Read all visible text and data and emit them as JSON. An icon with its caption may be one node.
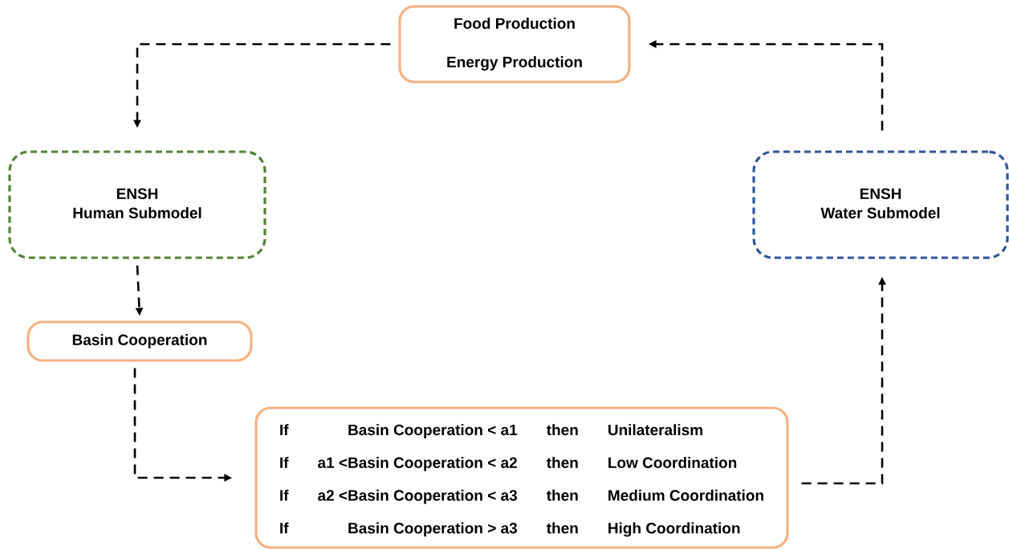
{
  "diagram": {
    "nodes": [
      {
        "text": [
          "Food Production",
          "Energy Production"
        ]
      },
      {
        "text": [
          "ENSH",
          "Human Submodel"
        ]
      },
      {
        "text": [
          "ENSH",
          "Water Submodel"
        ]
      },
      {
        "text": [
          "Basin Cooperation"
        ]
      },
      {
        "text": [
          "If",
          "Basin Cooperation < a1",
          "then",
          "Unilateralism",
          "If",
          "a1 <Basin Cooperation < a2",
          "then",
          "Low Coordination",
          "If",
          "a2 <Basin Cooperation < a3",
          "then",
          "Medium Coordination",
          "If",
          "Basin Cooperation > a3",
          "then",
          "High Coordination"
        ]
      }
    ],
    "edges": [
      {
        "from": 0,
        "to": 1,
        "arrow": "to",
        "style": "dashed"
      },
      {
        "from": 1,
        "to": 3,
        "arrow": "to",
        "style": "dashed"
      },
      {
        "from": 3,
        "to": 4,
        "arrow": "to",
        "style": "dashed"
      },
      {
        "from": 4,
        "to": 2,
        "arrow": "to",
        "style": "dashed"
      },
      {
        "from": 2,
        "to": 0,
        "arrow": "to",
        "style": "dashed"
      }
    ]
  }
}
